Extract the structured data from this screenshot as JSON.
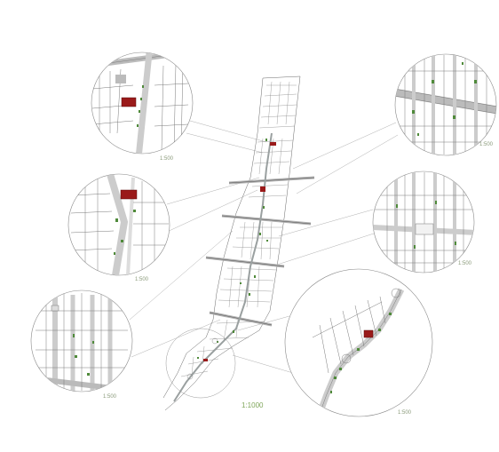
{
  "drawing": {
    "main_plan": {
      "scale": "1:1000"
    },
    "insets": [
      {
        "id": "top-left",
        "scale": "1:500"
      },
      {
        "id": "mid-left",
        "scale": "1:500"
      },
      {
        "id": "bottom-left",
        "scale": "1:500"
      },
      {
        "id": "top-right",
        "scale": "1:500"
      },
      {
        "id": "mid-right",
        "scale": "1:500"
      },
      {
        "id": "bottom-right",
        "scale": "1:500"
      }
    ],
    "colors": {
      "line": "#6f6f6f",
      "road": "#d9d9d9",
      "green": "#4f8a3a",
      "highlight": "#9a1a1a",
      "scale_text": "#7fa65a"
    }
  }
}
